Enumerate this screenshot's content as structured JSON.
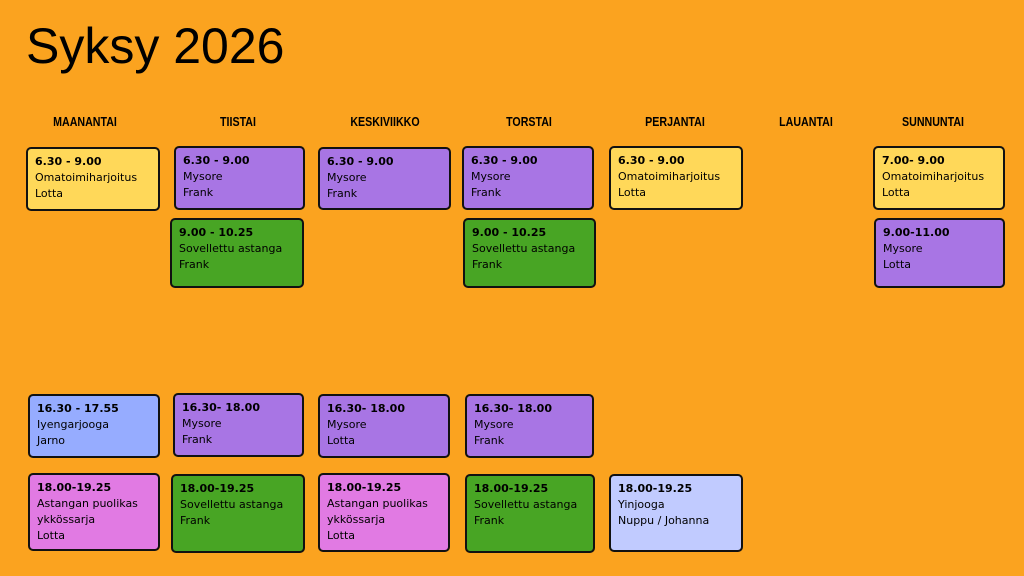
{
  "title": "Syksy 2026",
  "days": [
    "MAANANTAI",
    "TIISTAI",
    "KESKIVIIKKO",
    "TORSTAI",
    "PERJANTAI",
    "LAUANTAI",
    "SUNNUNTAI"
  ],
  "colors": {
    "background": "#fba31f",
    "yellow": "#ffd859",
    "purple": "#a875e4",
    "green": "#48a524",
    "blue": "#96acff",
    "pink": "#e17ae3",
    "lavender": "#c1cbff"
  },
  "classes": {
    "mon_1": {
      "time": "6.30 - 9.00",
      "name": "Omatoimiharjoitus",
      "teacher": "Lotta"
    },
    "mon_2": {
      "time": "16.30 - 17.55",
      "name": "Iyengarjooga",
      "teacher": "Jarno"
    },
    "mon_3": {
      "time": "18.00-19.25",
      "name": "Astangan puolikas\nykkössarja",
      "teacher": "Lotta"
    },
    "tue_1": {
      "time": "6.30 - 9.00",
      "name": "Mysore",
      "teacher": "Frank"
    },
    "tue_2": {
      "time": "9.00 - 10.25",
      "name": "Sovellettu astanga",
      "teacher": "Frank"
    },
    "tue_3": {
      "time": "16.30- 18.00",
      "name": "Mysore",
      "teacher": "Frank"
    },
    "tue_4": {
      "time": "18.00-19.25",
      "name": "Sovellettu astanga",
      "teacher": "Frank"
    },
    "wed_1": {
      "time": "6.30 - 9.00",
      "name": "Mysore",
      "teacher": "Frank"
    },
    "wed_2": {
      "time": "16.30- 18.00",
      "name": "Mysore",
      "teacher": "Lotta"
    },
    "wed_3": {
      "time": "18.00-19.25",
      "name": "Astangan puolikas\nykkössarja",
      "teacher": "Lotta"
    },
    "thu_1": {
      "time": "6.30 - 9.00",
      "name": "Mysore",
      "teacher": "Frank"
    },
    "thu_2": {
      "time": "9.00 - 10.25",
      "name": "Sovellettu astanga",
      "teacher": "Frank"
    },
    "thu_3": {
      "time": "16.30- 18.00",
      "name": "Mysore",
      "teacher": "Frank"
    },
    "thu_4": {
      "time": "18.00-19.25",
      "name": "Sovellettu astanga",
      "teacher": "Frank"
    },
    "fri_1": {
      "time": "6.30 - 9.00",
      "name": "Omatoimiharjoitus",
      "teacher": "Lotta"
    },
    "fri_2": {
      "time": "18.00-19.25",
      "name": "Yinjooga",
      "teacher": "Nuppu / Johanna"
    },
    "sun_1": {
      "time": "7.00- 9.00",
      "name": "Omatoimiharjoitus",
      "teacher": "Lotta"
    },
    "sun_2": {
      "time": "9.00-11.00",
      "name": "Mysore",
      "teacher": "Lotta"
    }
  }
}
